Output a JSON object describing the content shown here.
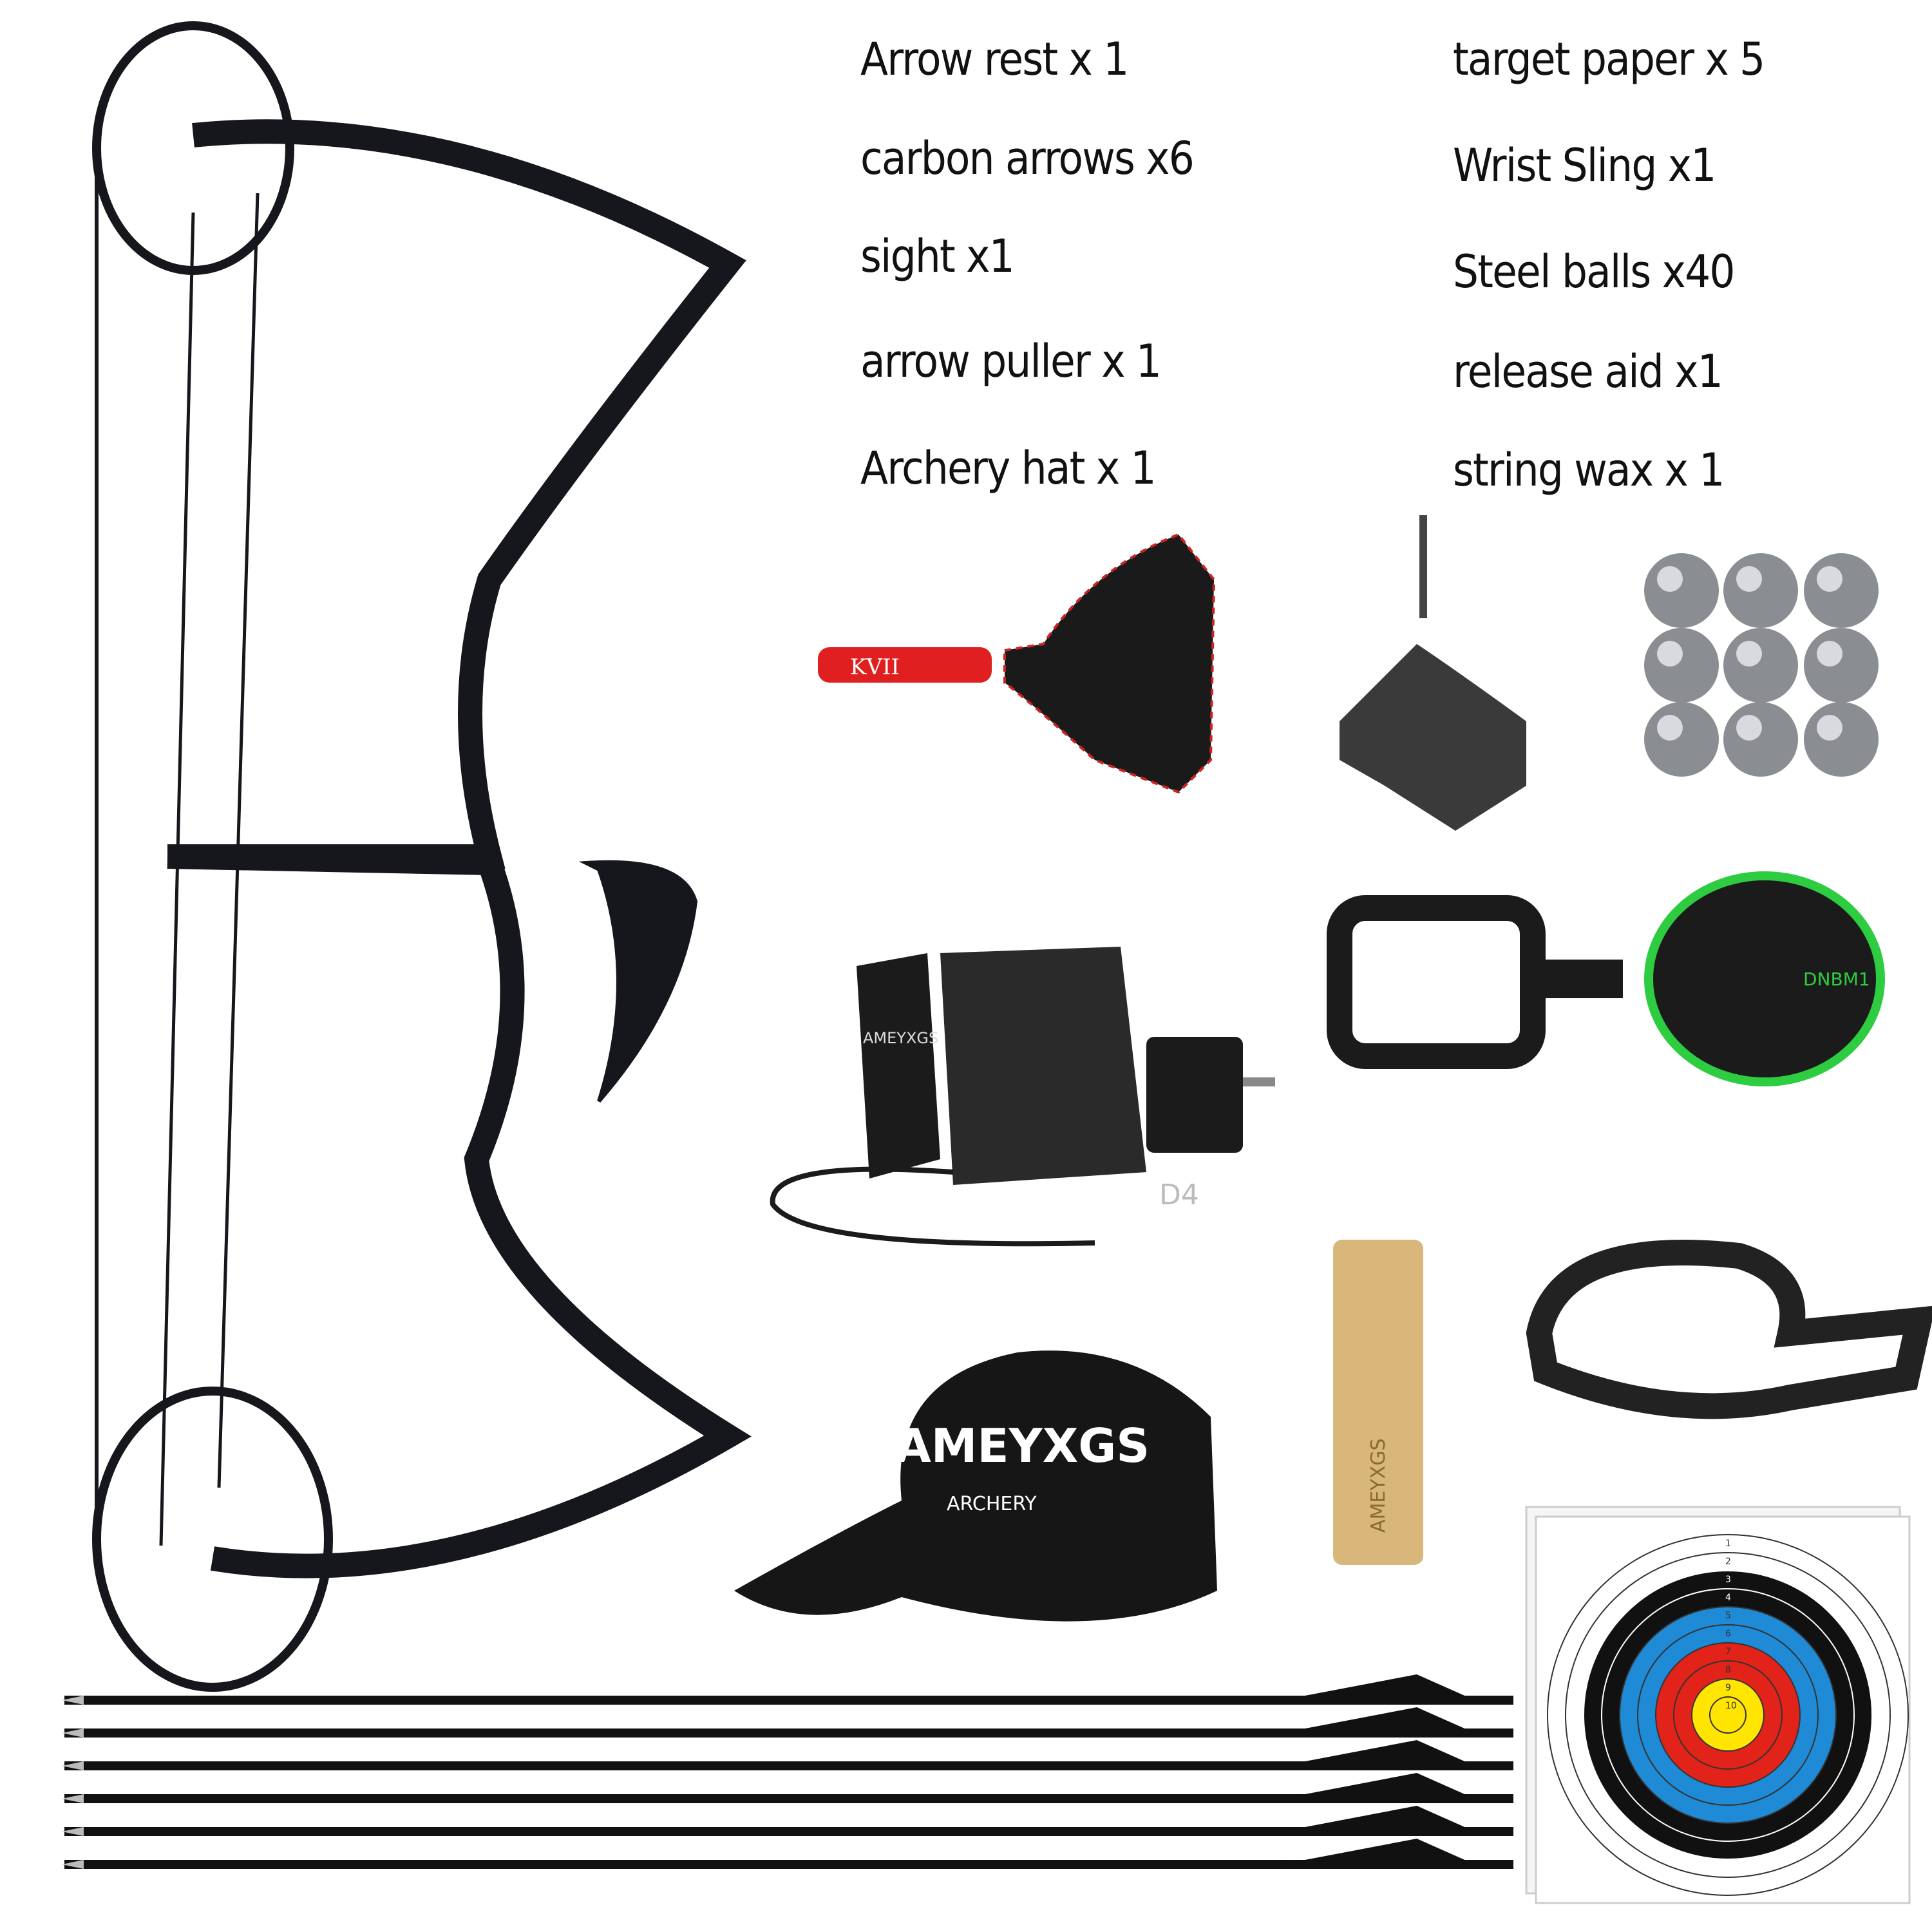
{
  "contents_list": {
    "left": [
      "Arrow rest x 1",
      "carbon arrows x6",
      "sight x1",
      "arrow puller x 1",
      "Archery hat x 1"
    ],
    "right": [
      "target paper x 5",
      "Wrist Sling x1",
      "Steel balls x40",
      "release aid x1",
      "string wax x 1"
    ]
  },
  "logos": {
    "brand": "AMEYXGS",
    "brand_sub": "ARCHERY",
    "release_model": "KVII",
    "rest_model": "D4",
    "sight_model": "DNBM1"
  },
  "colors": {
    "bow": "#15171c",
    "release_red": "#e02020",
    "sight_green": "#2ecc40",
    "wax": "#d9b77a",
    "target_blue": "#1f8ad6",
    "target_red": "#e2231a",
    "target_yellow": "#ffe500"
  },
  "target_numbers": [
    "1",
    "2",
    "3",
    "4",
    "5",
    "6",
    "7",
    "8",
    "9",
    "10"
  ]
}
